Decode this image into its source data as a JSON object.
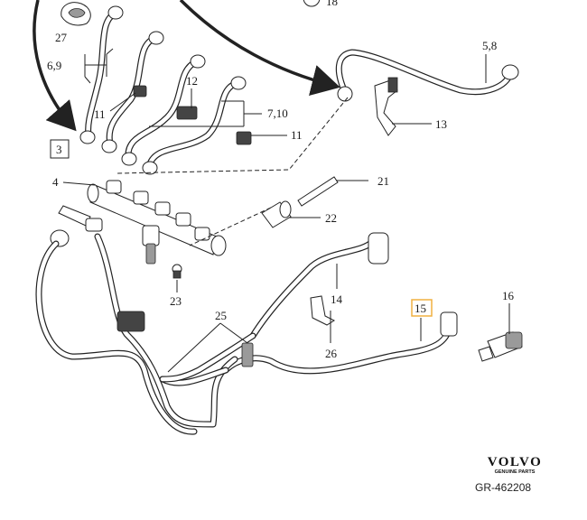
{
  "callouts": {
    "c1": "18",
    "c2": "27",
    "c3": "6,9",
    "c4": "5,8",
    "c5": "12",
    "c6": "11",
    "c7": "7,10",
    "c8": "13",
    "c9": "11",
    "c10": "3",
    "c11": "4",
    "c12": "21",
    "c13": "22",
    "c14": "14",
    "c15": "23",
    "c16": "25",
    "c17": "15",
    "c18": "16",
    "c19": "26"
  },
  "brand": {
    "name": "VOLVO",
    "tagline": "GENUINE PARTS"
  },
  "diagram_ref": "GR-462208",
  "colors": {
    "line": "#222222",
    "highlight_box": "#f0b040",
    "background": "#ffffff"
  }
}
